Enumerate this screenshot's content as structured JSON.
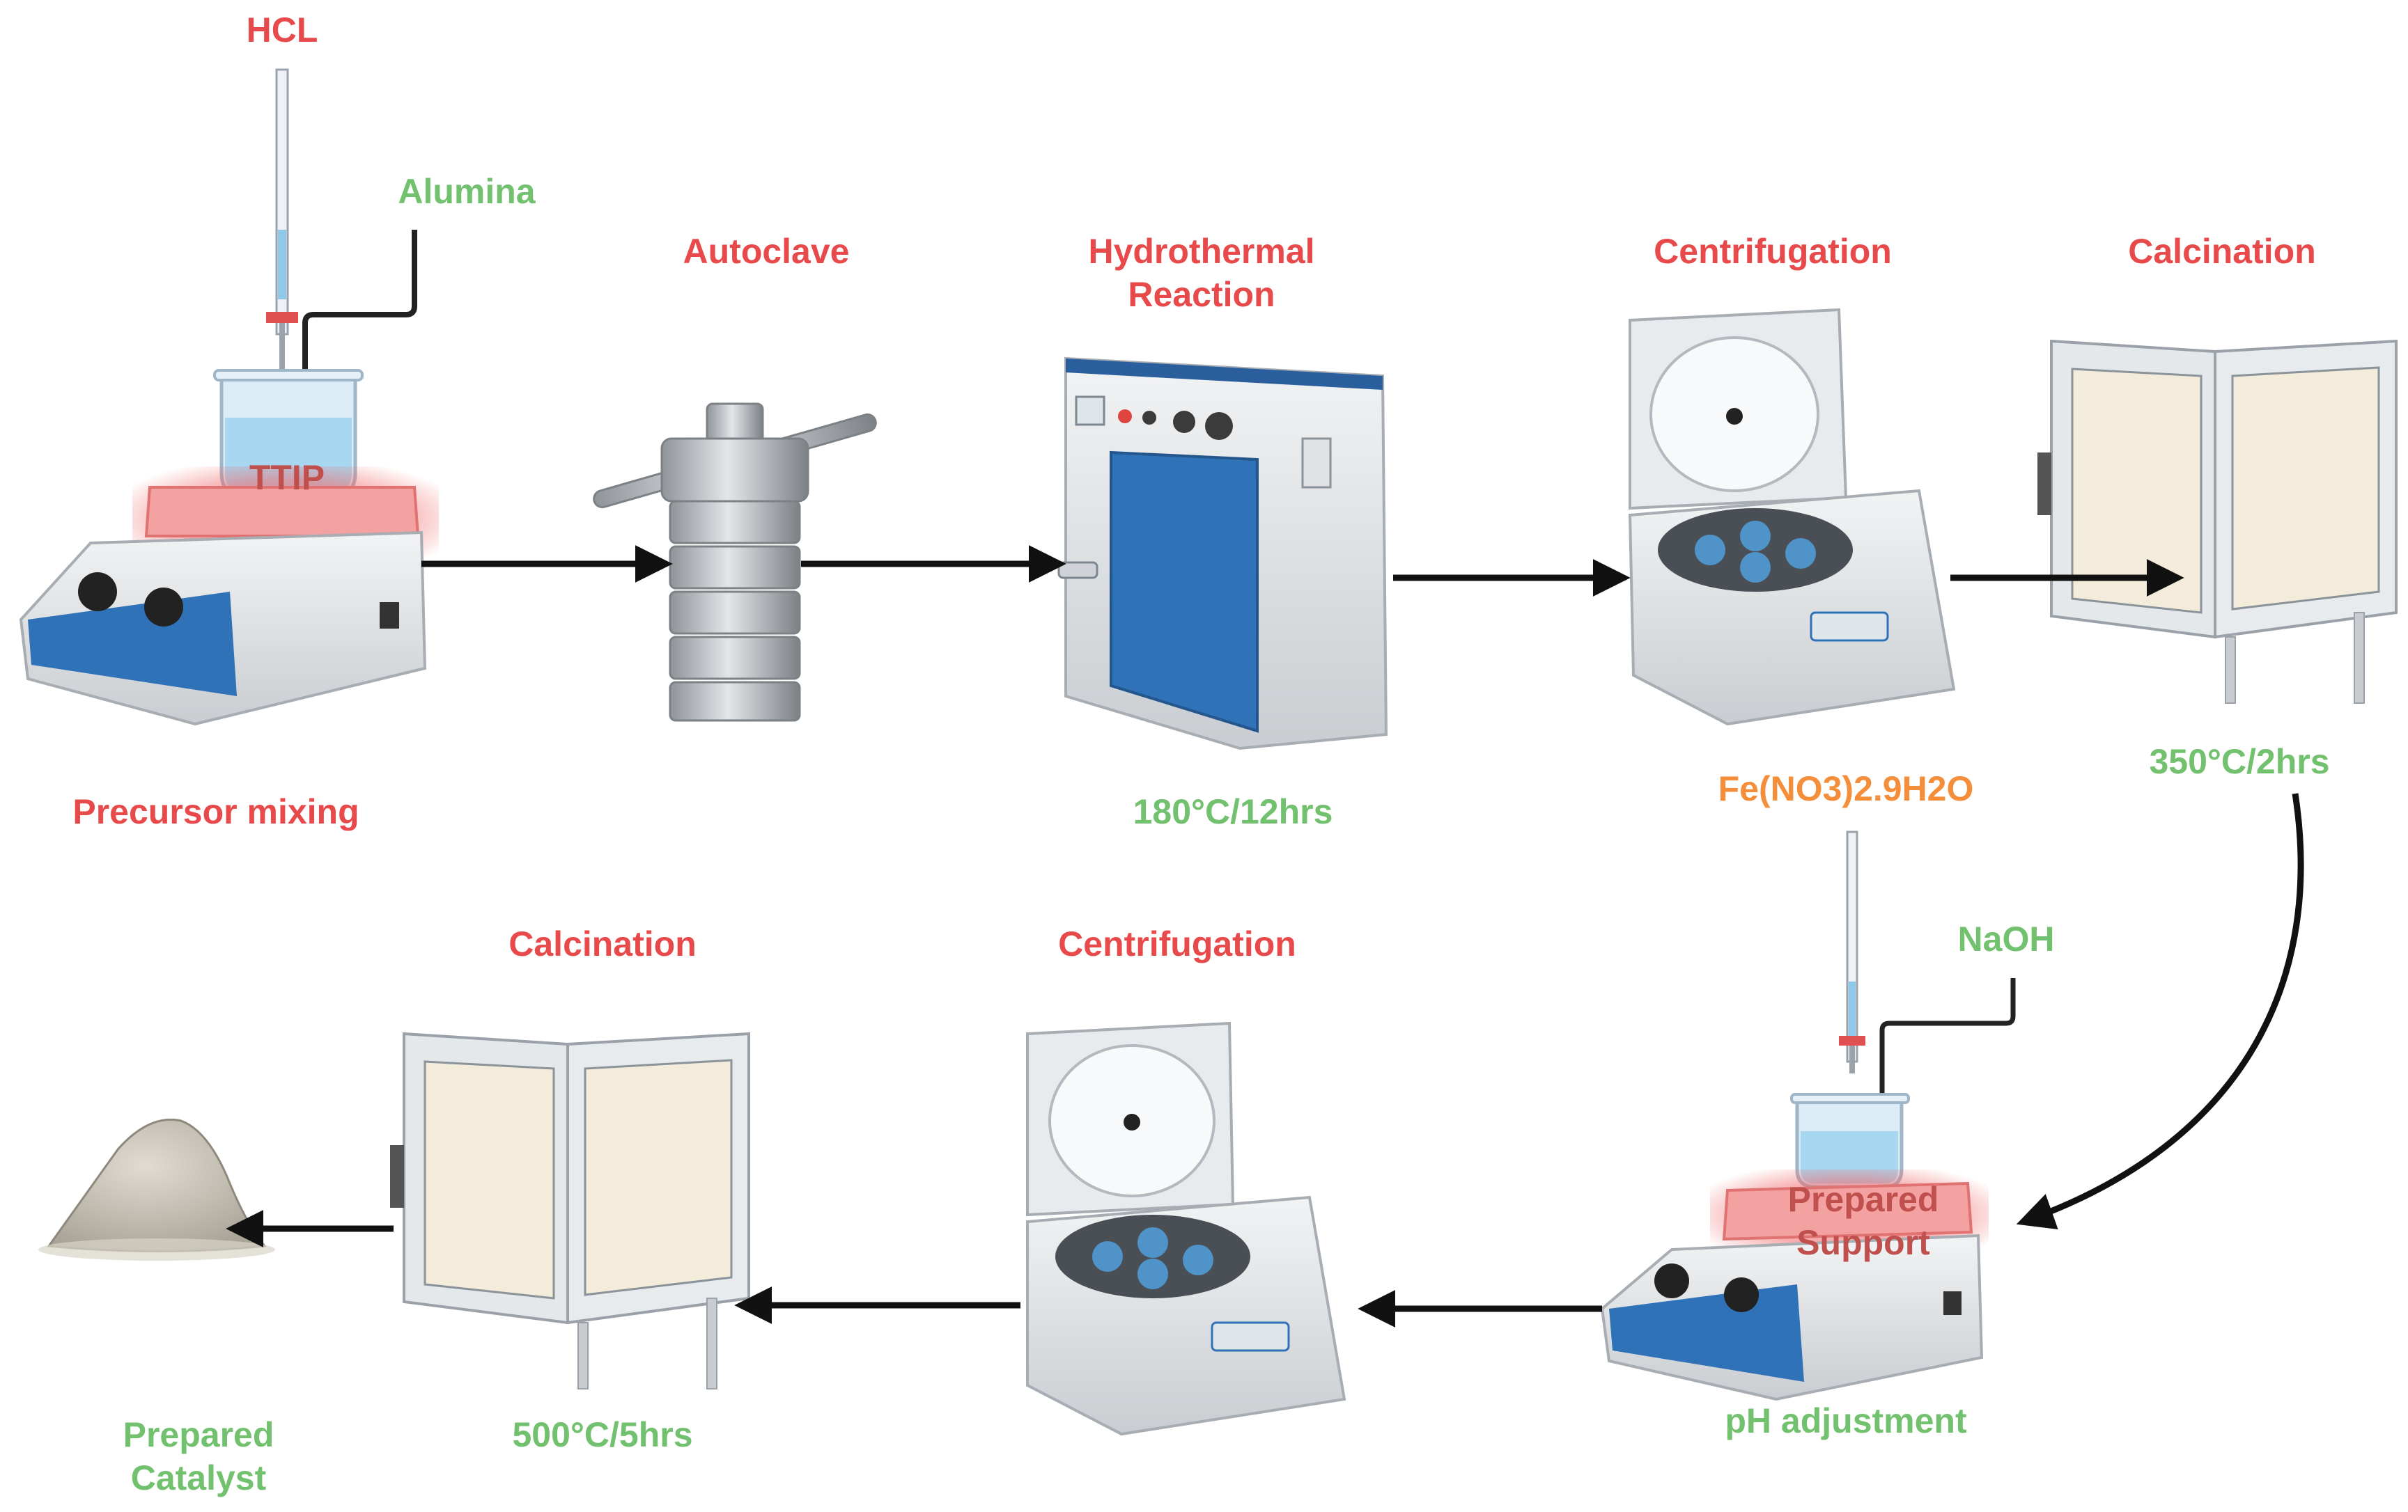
{
  "colors": {
    "step_label": "#e8494a",
    "condition_label": "#72c16e",
    "reagent_highlight": "#f58e3a",
    "arrow": "#111111",
    "device_blue": "#2f72b8",
    "hotplate_glow": "#f06a6a"
  },
  "labels": {
    "hcl": "HCL",
    "alumina": "Alumina",
    "ttip": "TTIP",
    "precursor_mixing": "Precursor mixing",
    "autoclave": "Autoclave",
    "hydrothermal_line1": "Hydrothermal",
    "hydrothermal_line2": "Reaction",
    "hydrothermal_condition": "180°C/12hrs",
    "centrifugation_top": "Centrifugation",
    "iron_nitrate": "Fe(NO3)2.9H2O",
    "calcination_top": "Calcination",
    "calcination_top_condition": "350°C/2hrs",
    "naoh": "NaOH",
    "prepared_support_line1": "Prepared",
    "prepared_support_line2": "Support",
    "ph_adjustment": "pH adjustment",
    "centrifugation_bottom": "Centrifugation",
    "calcination_bottom": "Calcination",
    "calcination_bottom_condition": "500°C/5hrs",
    "prepared_catalyst_line1": "Prepared",
    "prepared_catalyst_line2": "Catalyst"
  },
  "icons": {
    "stirrer": "magnetic-stirrer-icon",
    "autoclave": "autoclave-vessel-icon",
    "oven": "hydrothermal-oven-icon",
    "centrifuge": "centrifuge-icon",
    "furnace": "muffle-furnace-icon",
    "powder": "catalyst-powder-icon",
    "burette": "burette-icon"
  }
}
